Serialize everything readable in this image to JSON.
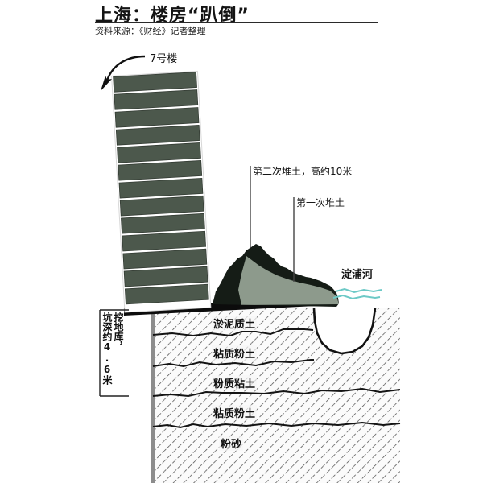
{
  "header": {
    "title": "上海：楼房“趴倒”",
    "source": "资料来源：《财经》记者整理"
  },
  "annotations": {
    "building_label": "7号楼",
    "pile_second": "第二次堆土，高约10米",
    "pile_first": "第一次堆土",
    "river": "淀浦河",
    "excavation_line1": "挖地库，",
    "excavation_line2": "坑深约4.6米"
  },
  "building": {
    "floors": 13,
    "floor_color": "#4c584c",
    "tilt_degrees": 8
  },
  "soil_layers": [
    {
      "name": "淤泥质土"
    },
    {
      "name": "粘质粉土"
    },
    {
      "name": "粉质粘土"
    },
    {
      "name": "粘质粉土"
    },
    {
      "name": "粉砂"
    }
  ],
  "colors": {
    "pile_outer": "#151c16",
    "pile_inner": "#8d9a8c",
    "ground_band": "#0c0c0c",
    "water": "#6cc9c6",
    "hatch": "#4a4a4a",
    "ink": "#111111"
  }
}
